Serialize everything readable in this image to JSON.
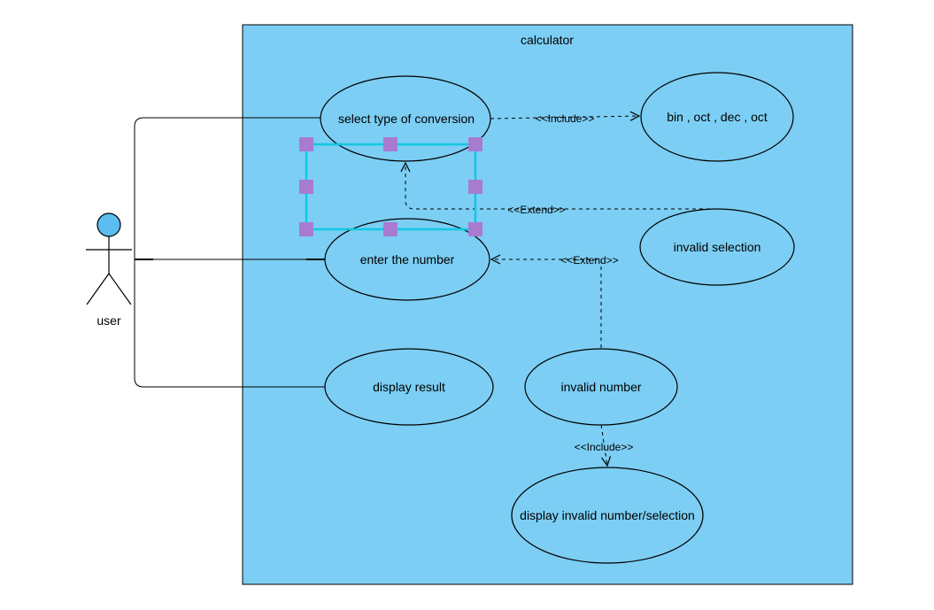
{
  "colors": {
    "system_fill": "#7ccef4",
    "actor_head_fill": "#5bbcf0",
    "selection_line": "#10c9e0",
    "handle_fill": "#a87bd1"
  },
  "system": {
    "title": "calculator"
  },
  "actor": {
    "label": "user"
  },
  "use_cases": {
    "select_conversion": "select type of conversion",
    "bases": "bin , oct , dec , oct",
    "invalid_selection": "invalid selection",
    "enter_number": "enter the number",
    "display_result": "display result",
    "invalid_number": "invalid number",
    "display_invalid": "display invalid number/selection"
  },
  "relations": {
    "include_bases": "<<Include>>",
    "extend_selection": "<<Extend>>",
    "extend_number": "<<Extend>>",
    "include_display_invalid": "<<Include>>"
  }
}
